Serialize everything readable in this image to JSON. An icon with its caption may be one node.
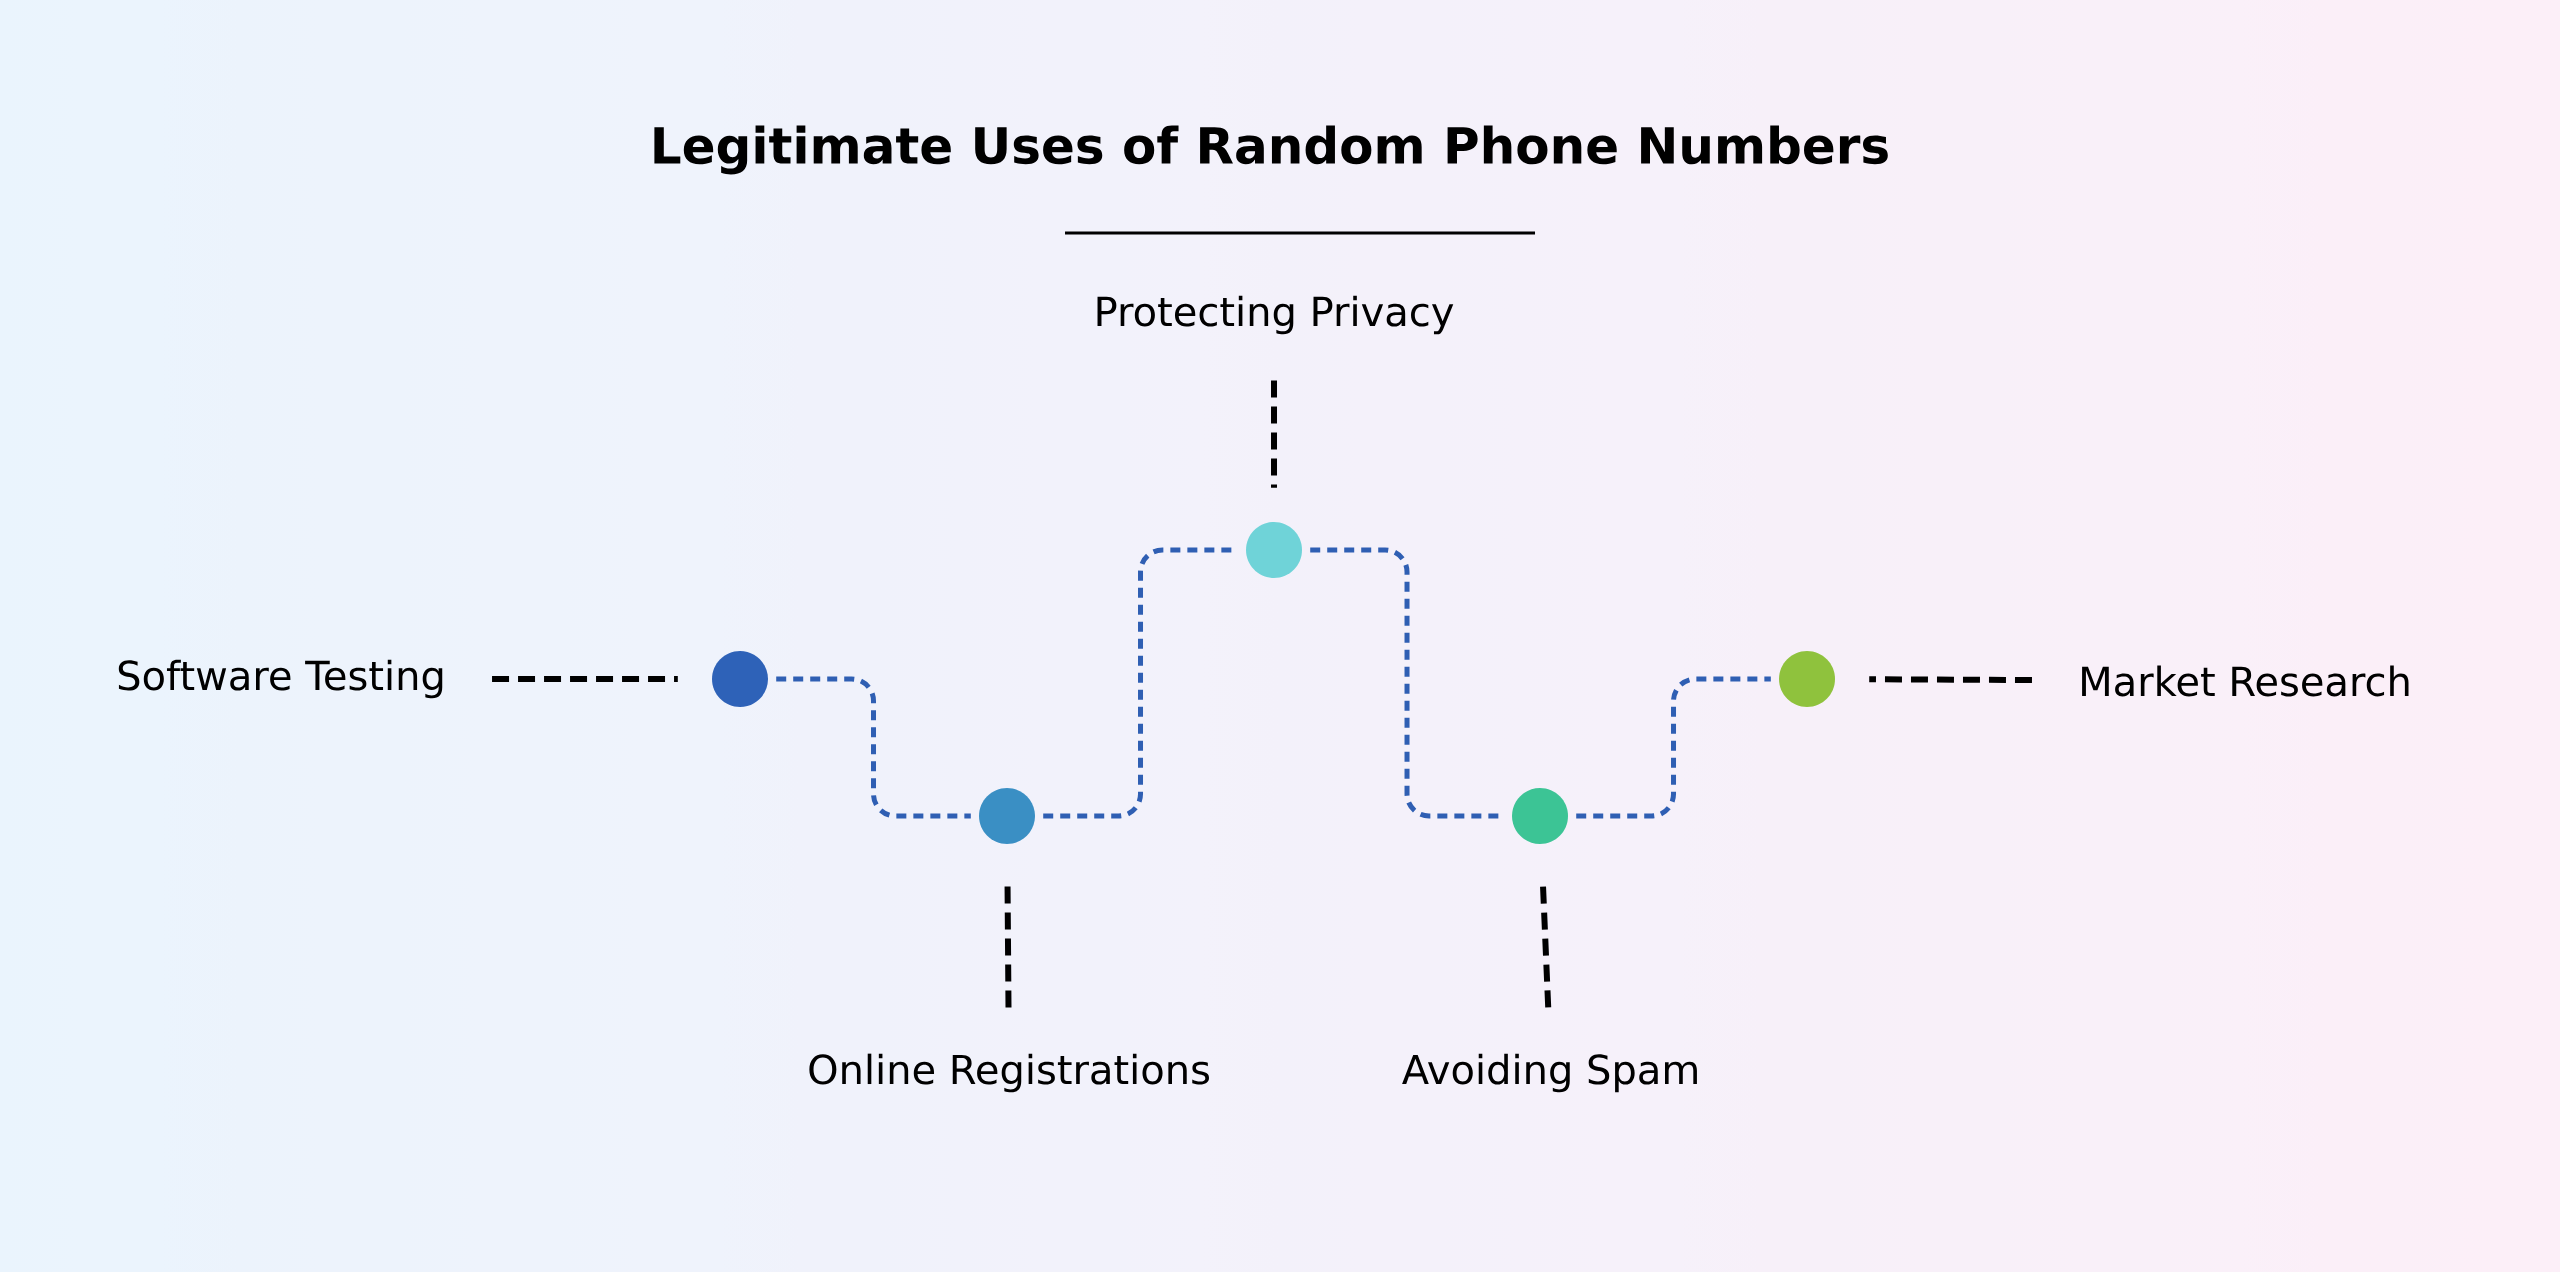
{
  "diagram": {
    "title": "Legitimate Uses of Random Phone Numbers",
    "nodes": [
      {
        "text": [
          "Protecting Privacy"
        ]
      },
      {
        "text": [
          "Software Testing"
        ]
      },
      {
        "text": [
          "Market Research"
        ]
      },
      {
        "text": [
          "Online Registrations"
        ]
      },
      {
        "text": [
          "Avoiding Spam"
        ]
      },
      {
        "text": [],
        "shape": "circle"
      },
      {
        "text": [],
        "shape": "circle"
      },
      {
        "text": [],
        "shape": "circle"
      },
      {
        "text": [],
        "shape": "circle"
      },
      {
        "text": [],
        "shape": "circle"
      }
    ],
    "edges": [
      {
        "from": 0,
        "to": 7,
        "arrow": "none",
        "style": "dashed"
      },
      {
        "from": 1,
        "to": 5,
        "arrow": "none",
        "style": "dashed"
      },
      {
        "from": 2,
        "to": 9,
        "arrow": "none",
        "style": "dashed"
      },
      {
        "from": 3,
        "to": 6,
        "arrow": "none",
        "style": "dashed"
      },
      {
        "from": 4,
        "to": 8,
        "arrow": "none",
        "style": "dashed"
      },
      {
        "from": 5,
        "to": 6,
        "arrow": "none",
        "style": "dashed",
        "color": "#2f5fb3"
      },
      {
        "from": 6,
        "to": 7,
        "arrow": "none",
        "style": "dashed",
        "color": "#2f5fb3"
      },
      {
        "from": 7,
        "to": 8,
        "arrow": "none",
        "style": "dashed",
        "color": "#2f5fb3"
      },
      {
        "from": 8,
        "to": 9,
        "arrow": "none",
        "style": "dashed",
        "color": "#2f5fb3"
      }
    ]
  }
}
